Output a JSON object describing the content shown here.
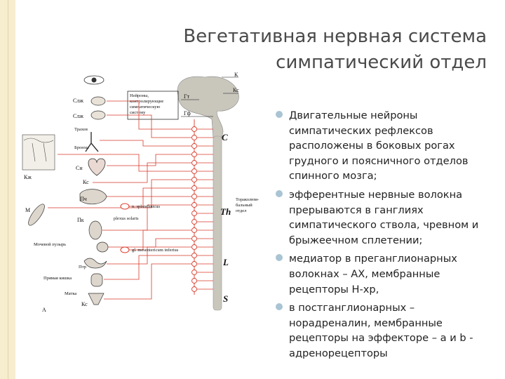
{
  "title": {
    "line1": "Вегетативная нервная система",
    "line2": "симпатический отдел"
  },
  "bullets": [
    "Двигательные нейроны симпатических рефлексов расположены в боковых рогах грудного и поясничного отделов спинного мозга;",
    "эфферентные нервные волокна прерываются в ганглиях симпатического ствола, чревном и брыжеечном сплетении;",
    "медиатор в преганглионарных волокнах – АХ, мембранные рецепторы Н-хр,",
    "в постганглионарных – норадреналин, мембранные рецепторы на эффекторе – a и b - адренорецепторы"
  ],
  "diagram": {
    "box_label": "Нейроны, контролирующие симпатическую систему",
    "box_label_lines": [
      "Нейроны,",
      "контролирующие",
      "симпатическую",
      "систему"
    ],
    "gt": "Гт",
    "gf": "Гф",
    "k_top": "К",
    "ks_top": "Кс",
    "segments": [
      "C",
      "Th",
      "L",
      "S"
    ],
    "spinal_label_lines": [
      "Тораколюм-",
      "бальный",
      "отдел"
    ],
    "organs": [
      "Слж",
      "Слж",
      "Трахея",
      "Бронхи",
      "Сн",
      "Кс",
      "Кж",
      "М",
      "Пч",
      "Пк",
      "Мочевой пузырь",
      "Птр",
      "Прямая кишка",
      "Матка",
      "Кс"
    ],
    "ganglia": [
      "n. splanchnicus",
      "plexus solaris",
      "gl. mesentericum inferius"
    ],
    "corner_mark": "A",
    "colors": {
      "nerve_red": "#d93a2a",
      "nerve_black": "#1a1a1a",
      "brain_gray": "#b9b6ac"
    }
  }
}
